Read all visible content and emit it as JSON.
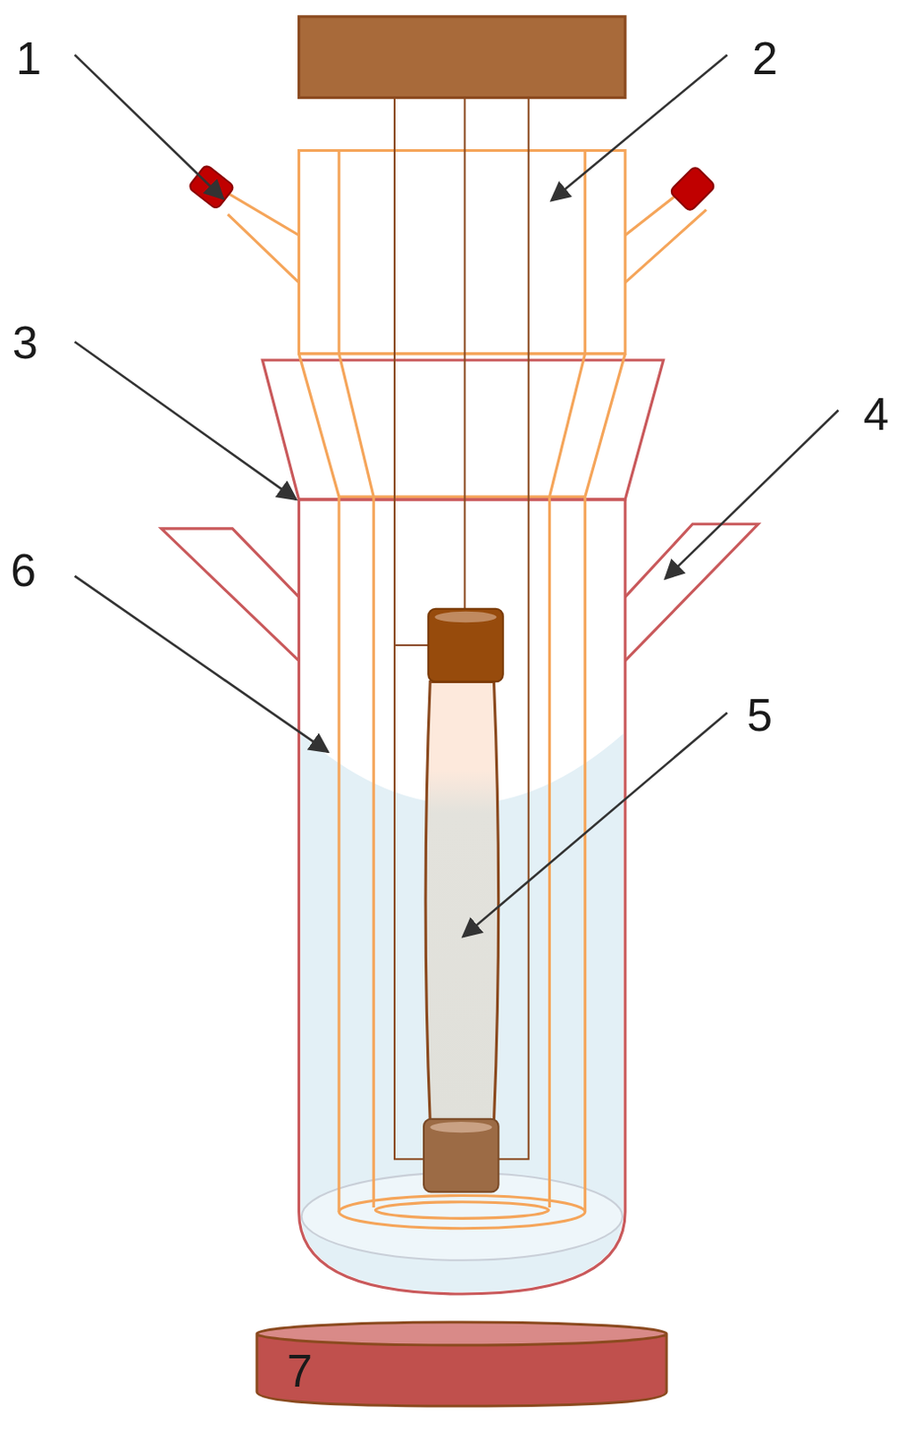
{
  "diagram": {
    "nodes": [
      {
        "text": [
          "7"
        ]
      }
    ],
    "labels": [
      "1",
      "2",
      "3",
      "4",
      "6",
      "5"
    ]
  }
}
